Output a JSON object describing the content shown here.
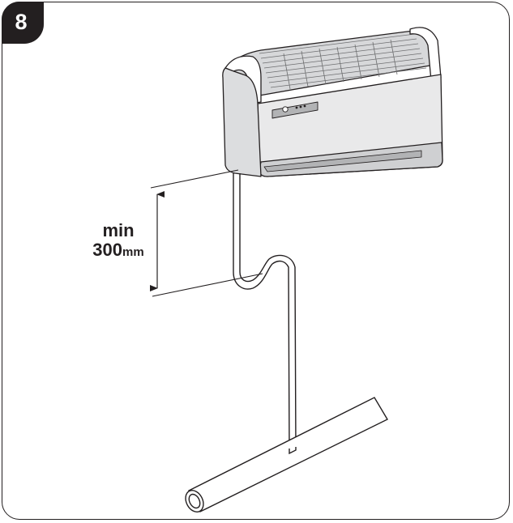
{
  "figure": {
    "step_number": "8",
    "dimension": {
      "prefix": "min",
      "value": "300",
      "unit": "mm"
    }
  },
  "colors": {
    "ink": "#231f20",
    "unit_body": "#e7e7e8",
    "unit_shade": "#cfd0d2",
    "unit_dark": "#b2b3b5",
    "background": "#ffffff"
  },
  "icons": {
    "unit": "air-conditioner-unit-illustration",
    "drain_hose": "drain-hose-trap-illustration",
    "drain_pipe": "drain-pipe-illustration",
    "dimension": "dimension-arrow-icon"
  }
}
